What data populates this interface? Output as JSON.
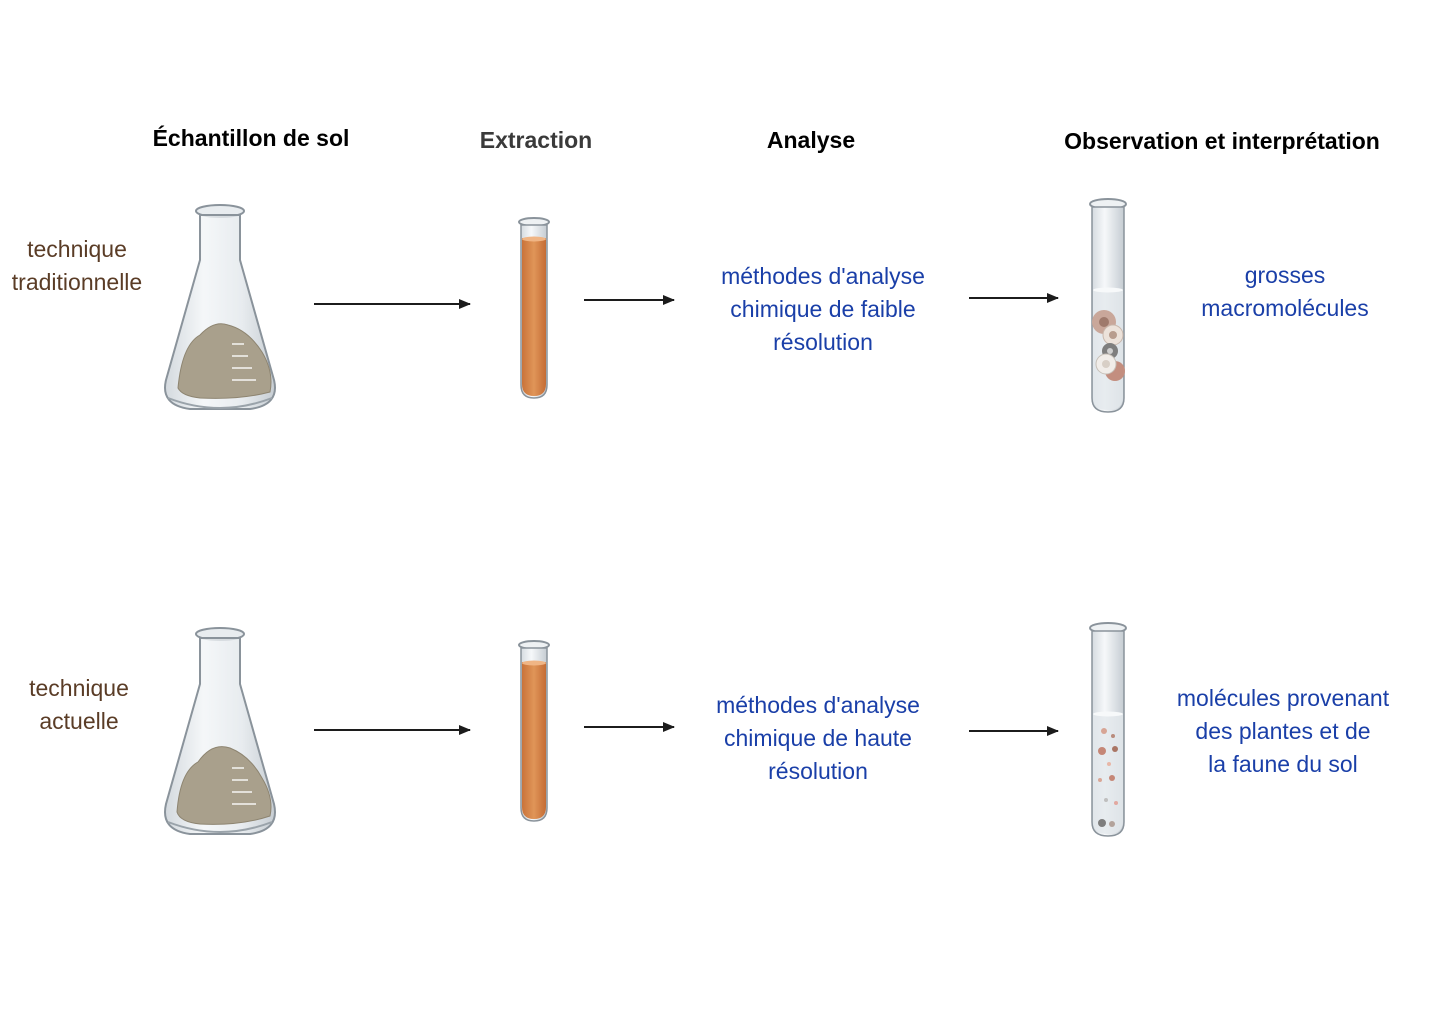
{
  "headers": {
    "sample": "Échantillon de sol",
    "extraction": "Extraction",
    "analysis": "Analyse",
    "observation": "Observation et interprétation"
  },
  "rows": [
    {
      "label": [
        "technique",
        "traditionnelle"
      ],
      "analysis": [
        "méthodes d'analyse",
        "chimique de faible",
        "résolution"
      ],
      "result": [
        "grosses",
        "macromolécules"
      ]
    },
    {
      "label": [
        "technique",
        "actuelle"
      ],
      "analysis": [
        "méthodes d'analyse",
        "chimique de haute",
        "résolution"
      ],
      "result": [
        "molécules provenant",
        "des plantes et de",
        "la faune du sol"
      ]
    }
  ],
  "colors": {
    "row_label": "#5a3c26",
    "analysis_text": "#1a3fa8",
    "extract": "#d9894f",
    "soil": "#a9a08c"
  }
}
